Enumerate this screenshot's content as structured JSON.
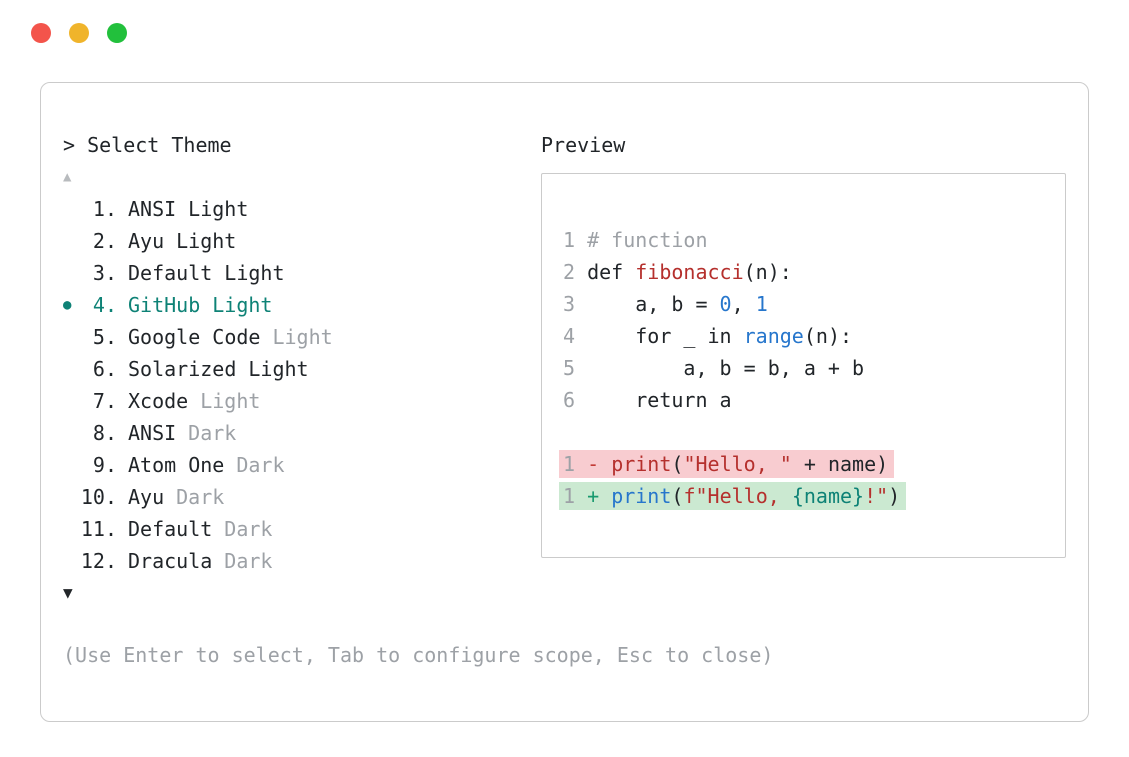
{
  "colors": {
    "traffic_red": "#f3544b",
    "traffic_yellow": "#f0b42b",
    "traffic_green": "#22c03c",
    "panel_border": "#cbcbcb",
    "text": "#212529",
    "muted": "#9da1a6",
    "comment": "#9da1a6",
    "accent": "#0e8276",
    "token_red": "#b5302d",
    "token_blue": "#2676cc",
    "token_teal": "#0e8276",
    "del_sign": "#c23b36",
    "add_sign": "#18996e",
    "diff_del_bg": "#f8ccd0",
    "diff_add_bg": "#cbe9d1"
  },
  "prompt": {
    "label": "> Select Theme"
  },
  "theme_list": {
    "scroll_up_symbol": "▲",
    "scroll_down_symbol": "▼",
    "selected_marker": "●",
    "items": [
      {
        "num": "1.",
        "name": "ANSI",
        "variant": "Light",
        "variant_muted": false,
        "selected": false
      },
      {
        "num": "2.",
        "name": "Ayu",
        "variant": "Light",
        "variant_muted": false,
        "selected": false
      },
      {
        "num": "3.",
        "name": "Default",
        "variant": "Light",
        "variant_muted": false,
        "selected": false
      },
      {
        "num": "4.",
        "name": "GitHub",
        "variant": "Light",
        "variant_muted": false,
        "selected": true
      },
      {
        "num": "5.",
        "name": "Google Code",
        "variant": "Light",
        "variant_muted": true,
        "selected": false
      },
      {
        "num": "6.",
        "name": "Solarized",
        "variant": "Light",
        "variant_muted": false,
        "selected": false
      },
      {
        "num": "7.",
        "name": "Xcode",
        "variant": "Light",
        "variant_muted": true,
        "selected": false
      },
      {
        "num": "8.",
        "name": "ANSI",
        "variant": "Dark",
        "variant_muted": true,
        "selected": false
      },
      {
        "num": "9.",
        "name": "Atom One",
        "variant": "Dark",
        "variant_muted": true,
        "selected": false
      },
      {
        "num": "10.",
        "name": "Ayu",
        "variant": "Dark",
        "variant_muted": true,
        "selected": false
      },
      {
        "num": "11.",
        "name": "Default",
        "variant": "Dark",
        "variant_muted": true,
        "selected": false
      },
      {
        "num": "12.",
        "name": "Dracula",
        "variant": "Dark",
        "variant_muted": true,
        "selected": false
      }
    ]
  },
  "preview": {
    "label": "Preview",
    "lines": [
      {
        "tokens": [
          {
            "t": "1 ",
            "c": "lnum"
          },
          {
            "t": "# function",
            "c": "comment"
          }
        ]
      },
      {
        "tokens": [
          {
            "t": "2 ",
            "c": "lnum"
          },
          {
            "t": "def ",
            "c": "plain"
          },
          {
            "t": "fibonacci",
            "c": "red"
          },
          {
            "t": "(n):",
            "c": "plain"
          }
        ]
      },
      {
        "tokens": [
          {
            "t": "3 ",
            "c": "lnum"
          },
          {
            "t": "    a, b = ",
            "c": "plain"
          },
          {
            "t": "0",
            "c": "blue"
          },
          {
            "t": ", ",
            "c": "plain"
          },
          {
            "t": "1",
            "c": "blue"
          }
        ]
      },
      {
        "tokens": [
          {
            "t": "4 ",
            "c": "lnum"
          },
          {
            "t": "    for _ in ",
            "c": "plain"
          },
          {
            "t": "range",
            "c": "blue"
          },
          {
            "t": "(n):",
            "c": "plain"
          }
        ]
      },
      {
        "tokens": [
          {
            "t": "5 ",
            "c": "lnum"
          },
          {
            "t": "        a, b = b, a + b",
            "c": "plain"
          }
        ]
      },
      {
        "tokens": [
          {
            "t": "6 ",
            "c": "lnum"
          },
          {
            "t": "    return a",
            "c": "plain"
          }
        ]
      },
      {
        "blank": true
      },
      {
        "hl": "del",
        "tokens": [
          {
            "t": "1 ",
            "c": "lnum"
          },
          {
            "t": "- ",
            "c": "del"
          },
          {
            "t": "print",
            "c": "red"
          },
          {
            "t": "(",
            "c": "plain"
          },
          {
            "t": "\"Hello, \"",
            "c": "red"
          },
          {
            "t": " + name",
            "c": "plain"
          },
          {
            "t": ")",
            "c": "plain"
          }
        ]
      },
      {
        "hl": "add",
        "tokens": [
          {
            "t": "1 ",
            "c": "lnum"
          },
          {
            "t": "+ ",
            "c": "add"
          },
          {
            "t": "print",
            "c": "blue"
          },
          {
            "t": "(",
            "c": "plain"
          },
          {
            "t": "f",
            "c": "red"
          },
          {
            "t": "\"Hello, ",
            "c": "red"
          },
          {
            "t": "{name}",
            "c": "teal"
          },
          {
            "t": "!\"",
            "c": "red"
          },
          {
            "t": ")",
            "c": "plain"
          }
        ]
      }
    ]
  },
  "footer": {
    "help": "(Use Enter to select, Tab to configure scope, Esc to close)"
  }
}
